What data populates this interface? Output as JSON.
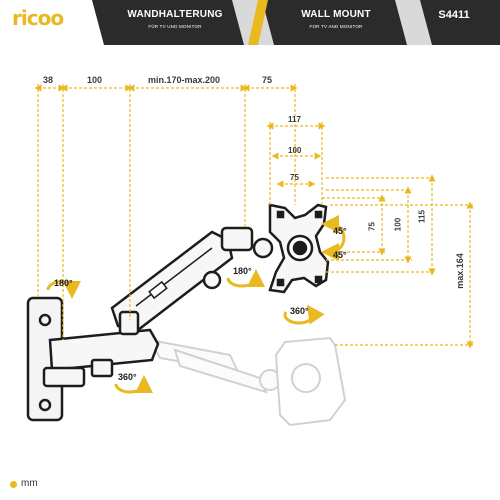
{
  "header": {
    "brand": "ricoo",
    "title_de": "WANDHALTERUNG",
    "subtitle_de": "FÜR TV UND MONITOR",
    "title_en": "WALL MOUNT",
    "subtitle_en": "FOR TV AND MONITOR",
    "model": "S4411"
  },
  "dimensions": {
    "wall_plate_depth": "38",
    "arm_segment_1": "100",
    "arm_segment_2": "min.170-max.200",
    "head_depth": "75",
    "vesa_outer": "117",
    "vesa_100_horizontal": "100",
    "vesa_75_horizontal": "75",
    "vesa_75_vertical": "75",
    "vesa_100_vertical": "100",
    "plate_height": "115",
    "height_travel": "max.164"
  },
  "rotations": {
    "wall_swivel": "180°",
    "arm_swivel": "360°",
    "head_swivel": "180°",
    "tilt_up": "45°",
    "tilt_down": "45°",
    "rotation": "360°"
  },
  "legend": {
    "unit": "mm"
  },
  "colors": {
    "accent": "#e9b91f",
    "header_bg": "#2b2b2b",
    "dim_text": "#3a3a3a",
    "line": "#1d1d1d"
  }
}
